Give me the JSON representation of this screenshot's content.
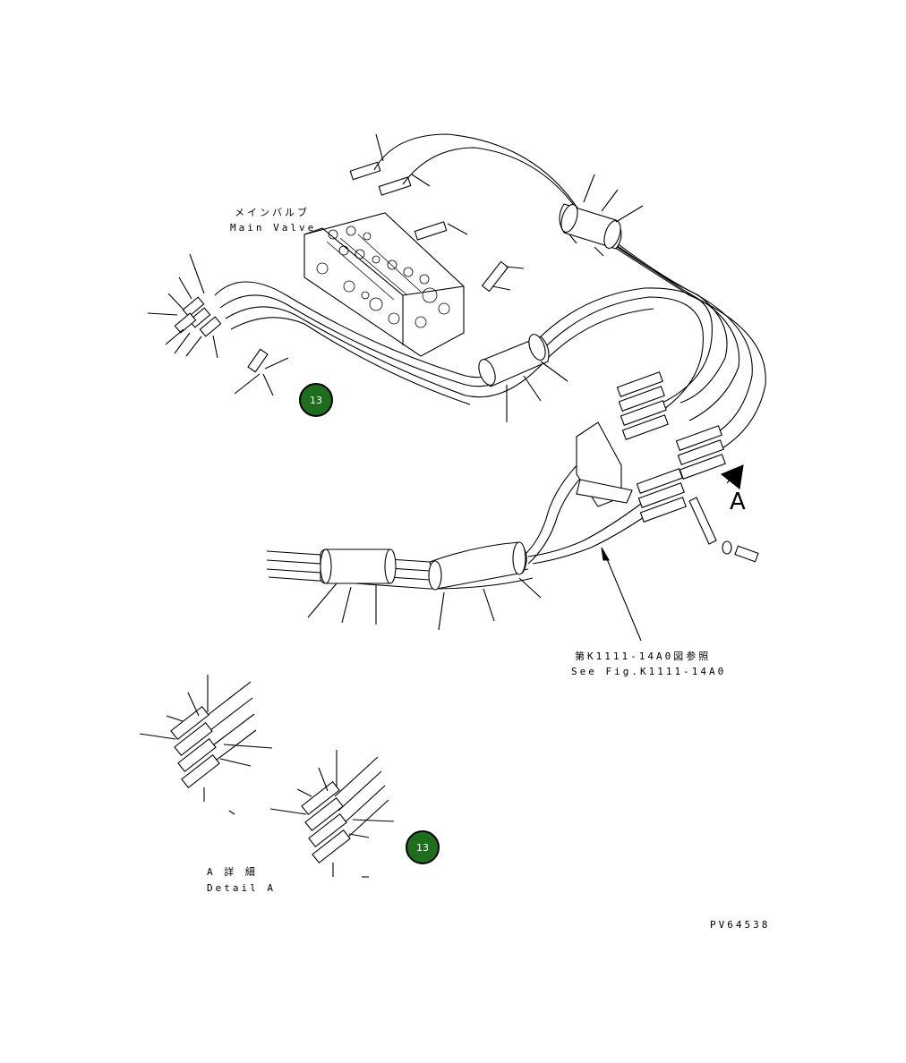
{
  "labels": {
    "main_valve_jp": "メインバルブ",
    "main_valve_en": "Main Valve",
    "see_fig_jp": "第K1111-14A0図参照",
    "see_fig_en": "See Fig.K1111-14A0",
    "detail_jp": "A 詳 細",
    "detail_en": "Detail A",
    "view_letter": "A",
    "drawing_no": "PV64538"
  },
  "callouts": [
    {
      "id": "callout-1",
      "text": "13"
    },
    {
      "id": "callout-2",
      "text": "13"
    }
  ],
  "colors": {
    "callout_fill": "#1e6e1e",
    "line": "#000000",
    "background": "#ffffff"
  }
}
